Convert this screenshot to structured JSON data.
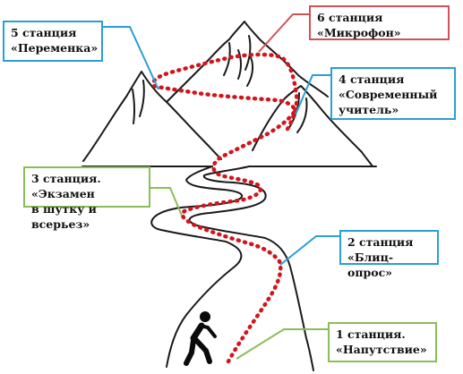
{
  "colors": {
    "path_dots": "#d0161c",
    "outline": "#1a1a1a",
    "blue": "#2b9ed3",
    "red": "#cf5356",
    "green": "#8bbd58"
  },
  "icons": {
    "walker": "walking-person-icon"
  },
  "stations": {
    "s5": {
      "text": "5 станция\n«Переменка»",
      "color": "#2b9ed3"
    },
    "s6": {
      "text": "6 станция\n«Микрофон»",
      "color": "#cf5356"
    },
    "s4": {
      "text": "4 станция\n«Современный\nучитель»",
      "color": "#2b9ed3"
    },
    "s3": {
      "text": "3 станция. «Экзамен\nв шутку и всерьез»",
      "color": "#8bbd58"
    },
    "s2": {
      "text": "2 станция\n«Блиц-опрос»",
      "color": "#2b9ed3"
    },
    "s1": {
      "text": "1 станция.\n«Напутствие»",
      "color": "#8bbd58"
    }
  }
}
